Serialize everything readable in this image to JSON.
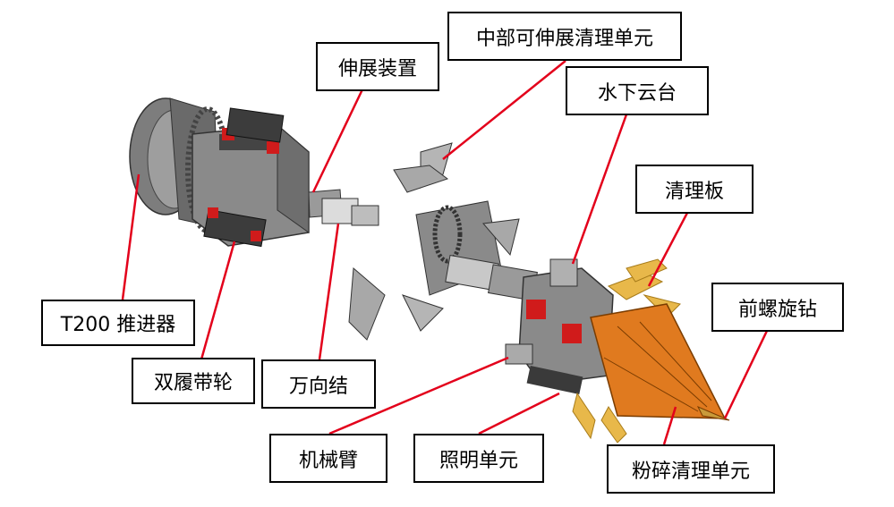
{
  "labels": {
    "t200": "T200 推进器",
    "double_track": "双履带轮",
    "extension": "伸展装置",
    "universal_joint": "万向结",
    "mid_cleaning": "中部可伸展清理单元",
    "ptz": "水下云台",
    "cleaning_board": "清理板",
    "front_screw_drill": "前螺旋钻",
    "arm": "机械臂",
    "lighting": "照明单元",
    "crushing": "粉碎清理单元"
  },
  "colors": {
    "leader": "#e3001b",
    "body": "#8a8a8a",
    "drill": "#e07a1f",
    "blade": "#e8b84a",
    "accent_red": "#d01b1b"
  }
}
